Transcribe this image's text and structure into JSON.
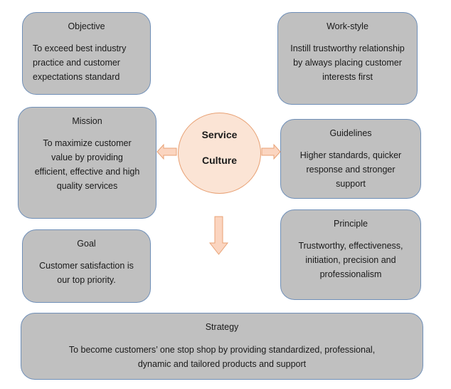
{
  "center": {
    "line1": "Service",
    "line2": "Culture",
    "fill": "#fbe4d5",
    "stroke": "#e8a174"
  },
  "boxes": {
    "objective": {
      "title": "Objective",
      "body": "To exceed best industry practice and customer expectations standard"
    },
    "mission": {
      "title": "Mission",
      "body": "To maximize customer value by providing efficient, effective and high quality services"
    },
    "goal": {
      "title": "Goal",
      "body": "Customer satisfaction is our top priority."
    },
    "workstyle": {
      "title": "Work-style",
      "body": "Instill trustworthy relationship by always placing customer interests first"
    },
    "guidelines": {
      "title": "Guidelines",
      "body": "Higher standards, quicker response and stronger support"
    },
    "principle": {
      "title": "Principle",
      "body": "Trustworthy, effectiveness, initiation, precision and professionalism"
    },
    "strategy": {
      "title": "Strategy",
      "body": "To become customers’ one stop shop by providing standardized, professional, dynamic and tailored products and support"
    }
  },
  "arrows": [
    "left",
    "right",
    "down"
  ],
  "colors": {
    "box_fill": "#c0c0c0",
    "box_border": "#6f8fb8",
    "arrow_fill": "#fbd5c0",
    "arrow_stroke": "#e8a174"
  }
}
